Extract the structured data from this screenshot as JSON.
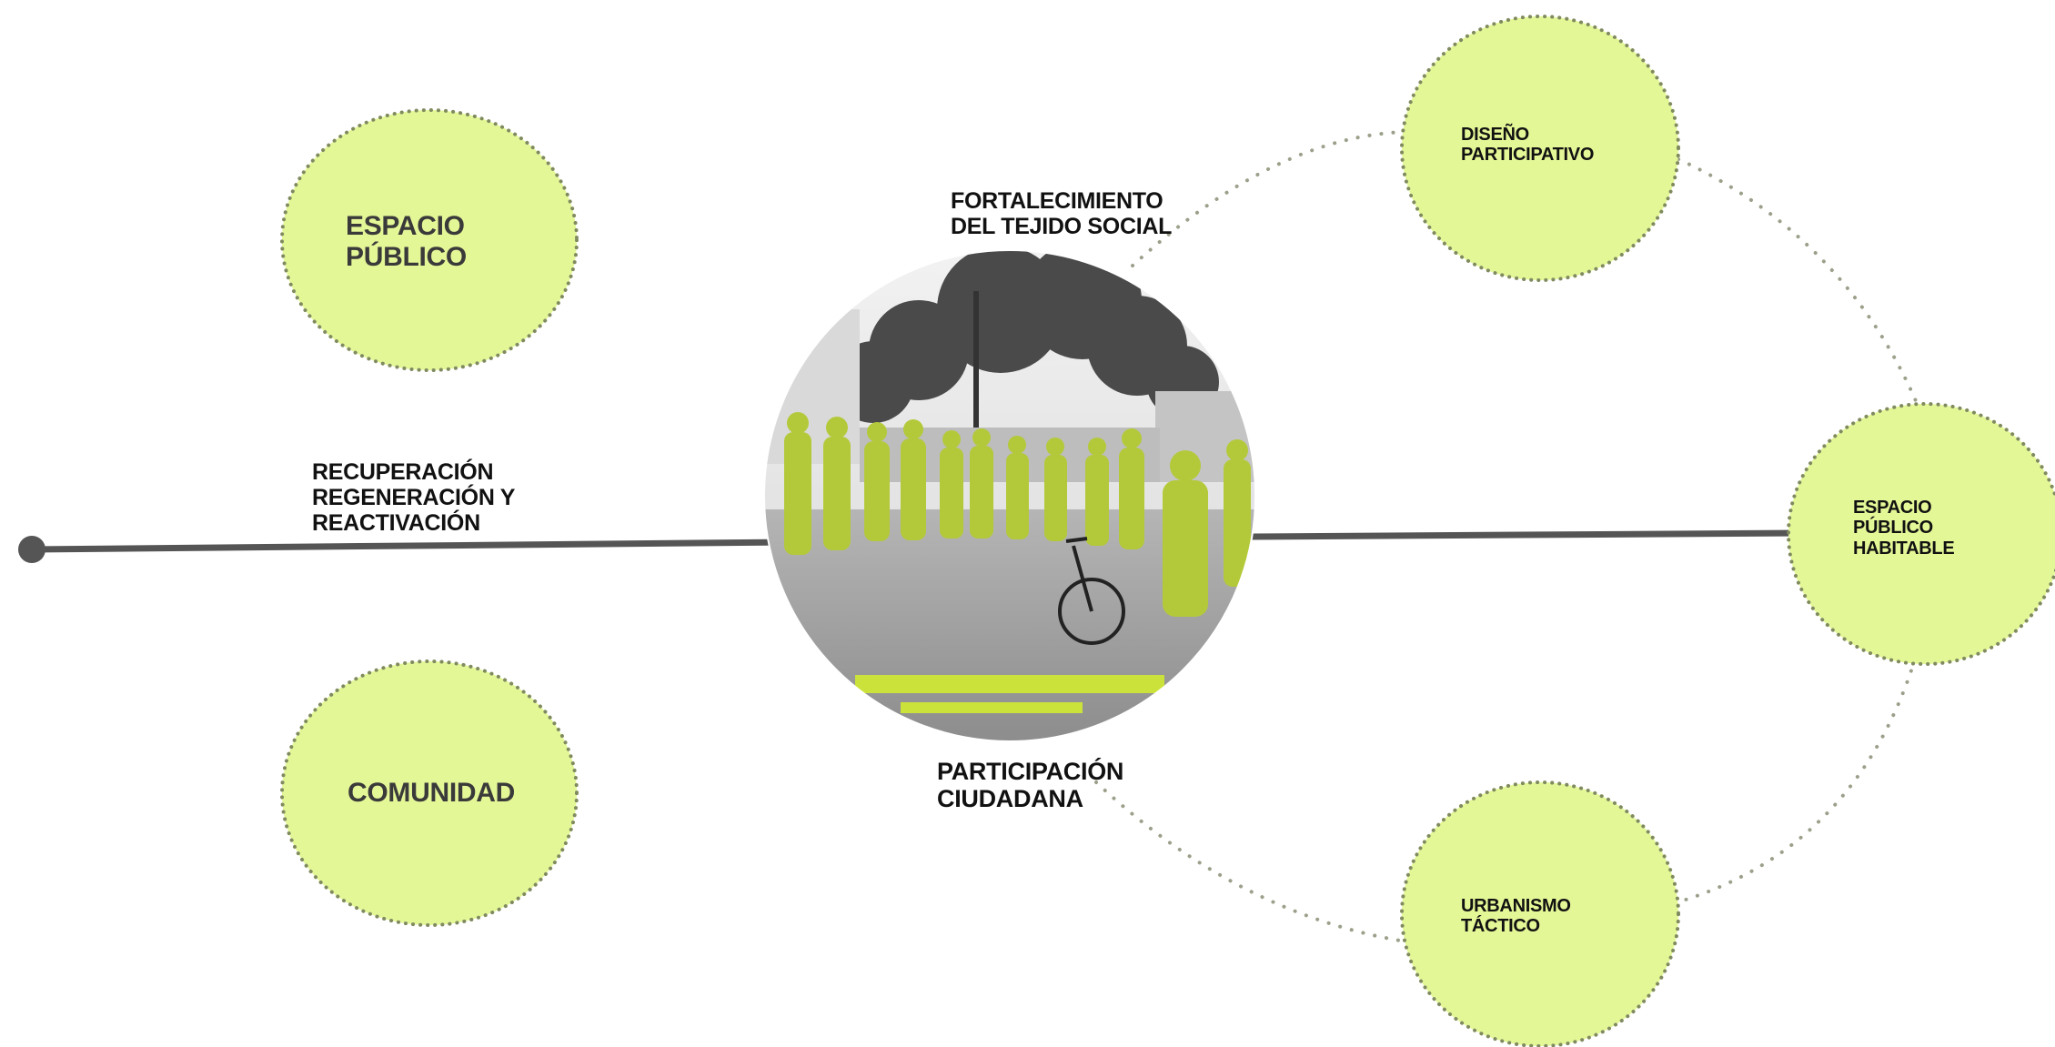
{
  "labels": {
    "espacio_publico": "ESPACIO\nPÚBLICO",
    "comunidad": "COMUNIDAD",
    "recuperacion": "RECUPERACIÓN\nREGENERACIÓN Y\nREACTIVACIÓN",
    "fortalecimiento": "FORTALECIMIENTO\nDEL TEJIDO SOCIAL",
    "participacion": "PARTICIPACIÓN\nCIUDADANA",
    "diseno": "DISEÑO\nPARTICIPATIVO",
    "urbanismo": "URBANISMO\nTÁCTICO",
    "espacio_habitable": "ESPACIO\nPÚBLICO\nHABITABLE"
  },
  "colors": {
    "circle_fill": "#e4f797",
    "circle_dots": "#7f8a5f",
    "axis_line": "#555555",
    "photo_highlight": "#cbe23a",
    "photo_gray": "#9a9a9a"
  },
  "photo": {
    "subject": "group-of-people-in-green-vests-with-bicycle"
  }
}
